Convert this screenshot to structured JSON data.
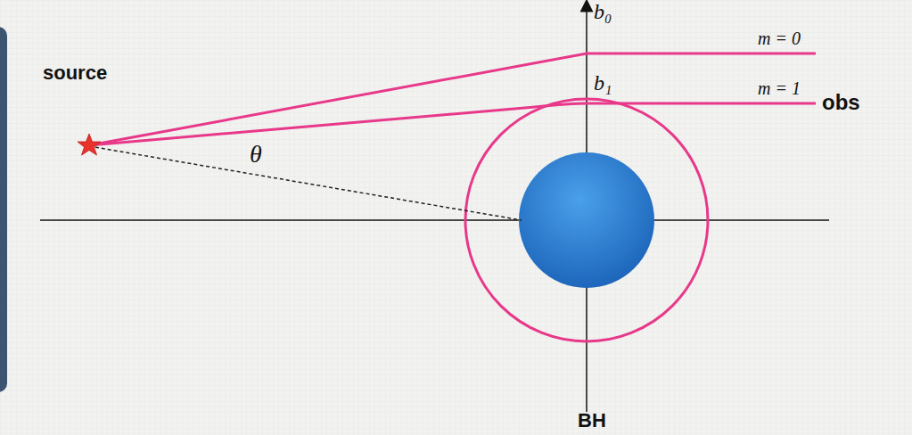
{
  "diagram": {
    "labels": [
      "source",
      "θ",
      "b₀",
      "m = 0",
      "b₁",
      "m = 1",
      "obs",
      "BH"
    ]
  }
}
